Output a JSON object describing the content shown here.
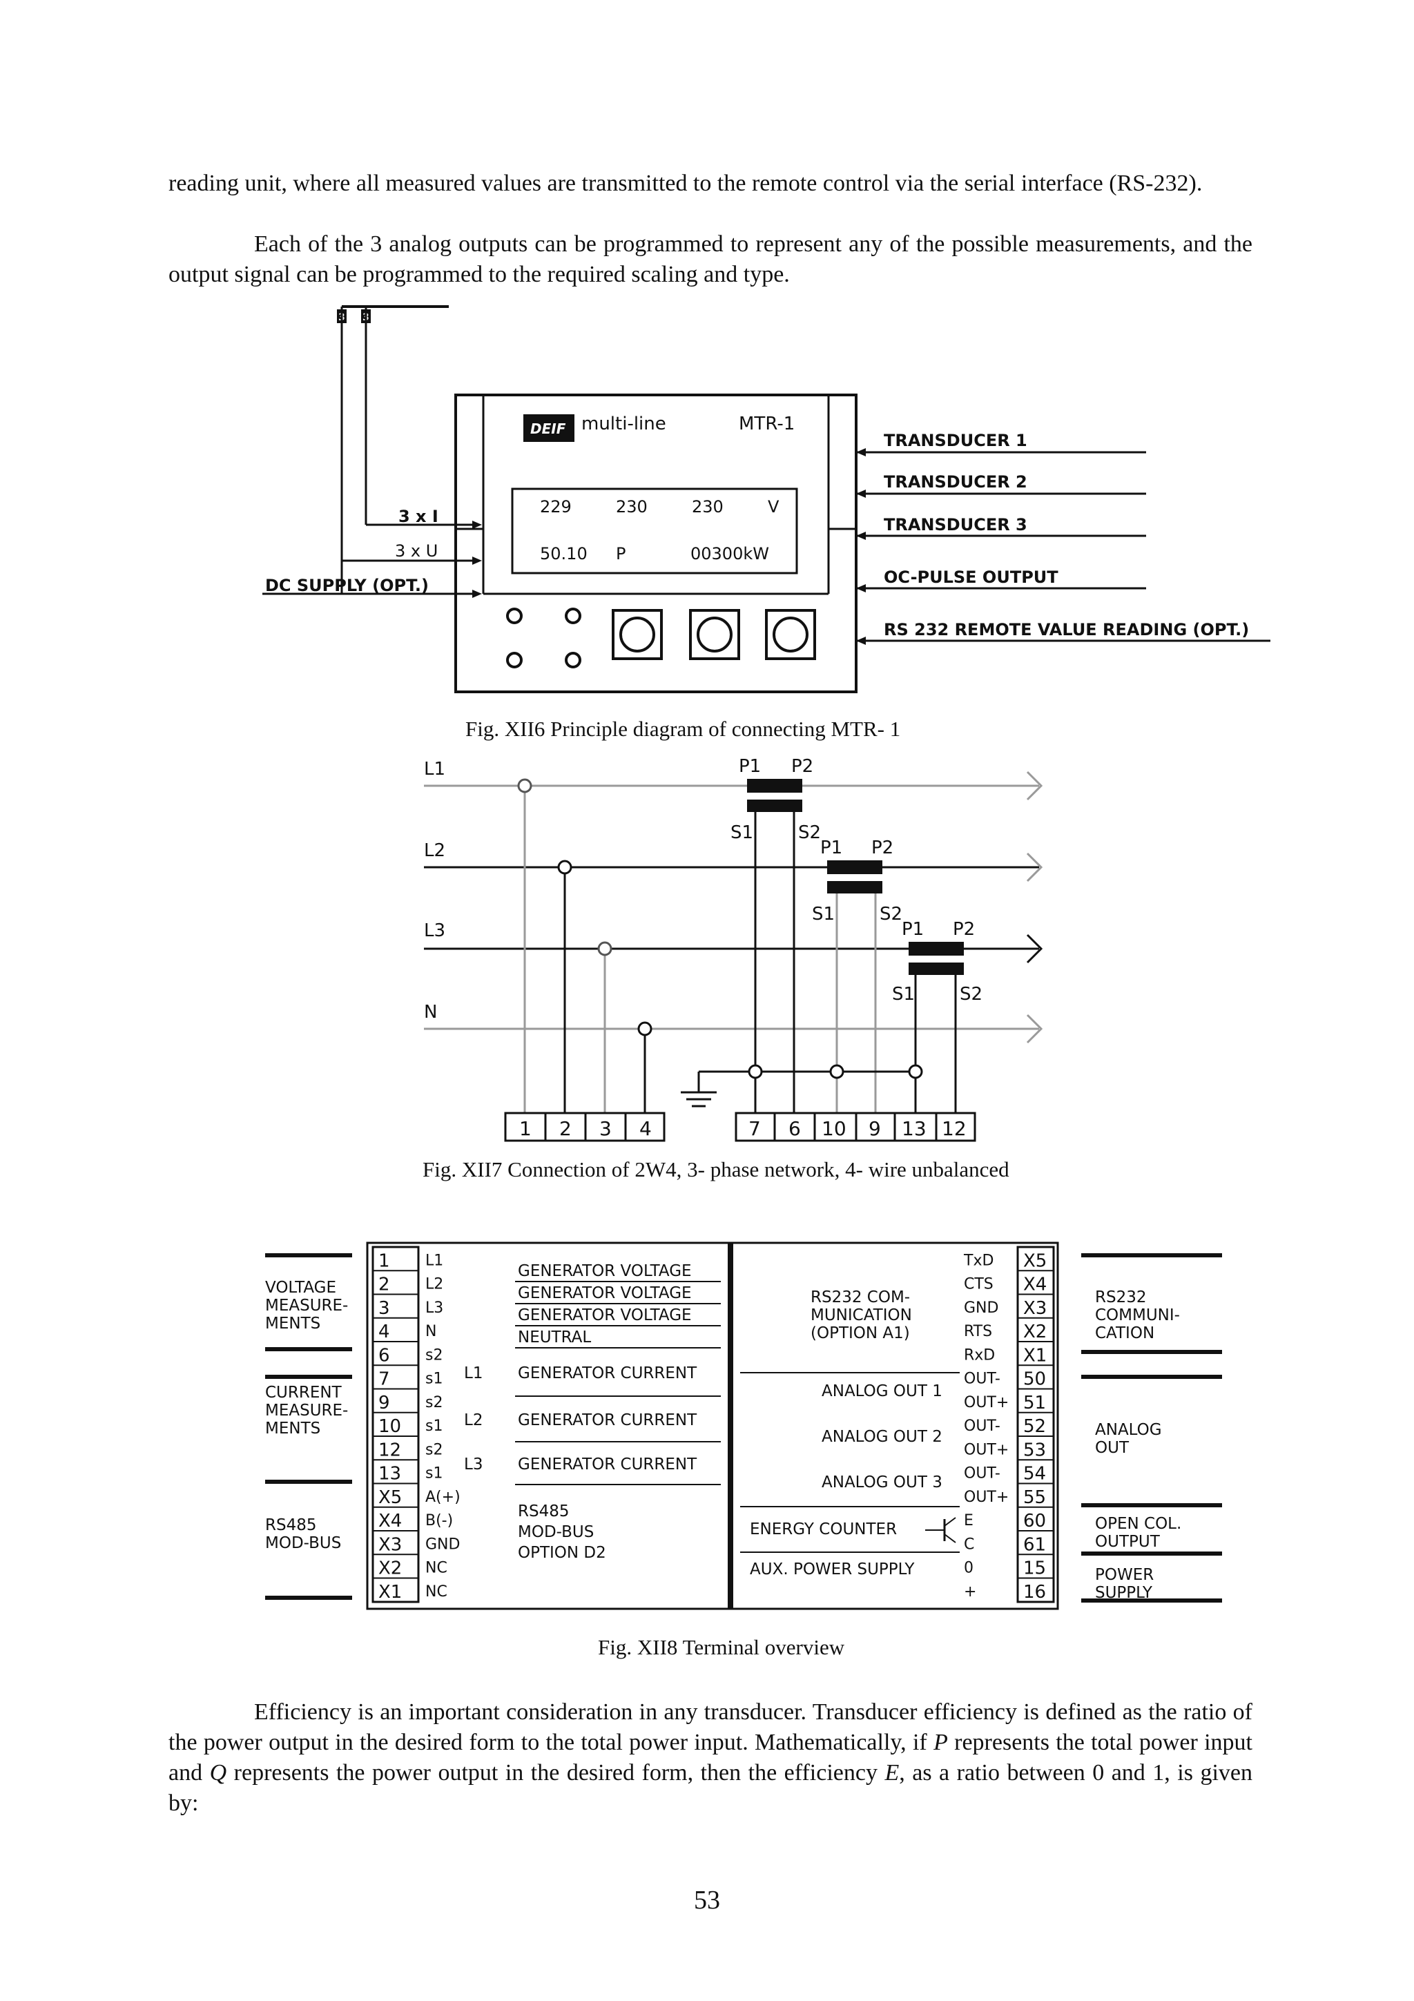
{
  "text": {
    "para1": "reading unit, where all measured values are transmitted to the remote control via the serial interface (RS-232).",
    "para2": "Each of the 3 analog outputs can be programmed to represent any of the possible measurements, and the output signal can be programmed to the required scaling and type.",
    "para3_parts": [
      "Efficiency is an important consideration in any transducer. Transducer efficiency is defined as the ratio of the power output in the desired form to the total power input. Mathematically, if ",
      "P",
      " represents the total power input and ",
      "Q",
      " represents the power output in the desired form, then the efficiency ",
      "E",
      ", as a ratio between 0 and 1, is given by:"
    ],
    "page_number": "53"
  },
  "fig6": {
    "caption": "Fig. XII6 Principle diagram of connecting MTR- 1",
    "wire_labels": [
      "3",
      "3"
    ],
    "input_labels": [
      "3 x I",
      "3 x U",
      "DC SUPPLY (OPT.)"
    ],
    "brand": "DEIF",
    "product_line": "multi-line",
    "model": "MTR-1",
    "display_row1": [
      "229",
      "230",
      "230",
      "V"
    ],
    "display_row2": [
      "50.10",
      "P",
      "00300kW"
    ],
    "outputs": [
      "TRANSDUCER 1",
      "TRANSDUCER 2",
      "TRANSDUCER 3",
      "OC-PULSE OUTPUT",
      "RS 232 REMOTE VALUE READING (OPT.)"
    ]
  },
  "fig7": {
    "caption": "Fig. XII7 Connection of 2W4, 3- phase network, 4- wire unbalanced",
    "lines": [
      "L1",
      "L2",
      "L3",
      "N"
    ],
    "ct_primary": [
      "P1",
      "P2"
    ],
    "ct_secondary": [
      "S1",
      "S2"
    ],
    "terminals": [
      "1",
      "2",
      "3",
      "4",
      "7",
      "6",
      "10",
      "9",
      "13",
      "12"
    ]
  },
  "fig8": {
    "caption": "Fig. XII8 Terminal overview",
    "left_groups": [
      [
        "VOLTAGE",
        "MEASURE-",
        "MENTS"
      ],
      [
        "CURRENT",
        "MEASURE-",
        "MENTS"
      ],
      [
        "RS485",
        "MOD-BUS"
      ]
    ],
    "left_terminals": [
      "1",
      "2",
      "3",
      "4",
      "6",
      "7",
      "9",
      "10",
      "12",
      "13",
      "X5",
      "X4",
      "X3",
      "X2",
      "X1"
    ],
    "left_signals": [
      "L1",
      "L2",
      "L3",
      "N",
      "s2",
      "s1",
      "s2",
      "s1",
      "s2",
      "s1",
      "A(+)",
      "B(-)",
      "GND",
      "NC",
      "NC"
    ],
    "phase_labels": [
      "L1",
      "L2",
      "L3"
    ],
    "voltage_desc": [
      "GENERATOR VOLTAGE",
      "GENERATOR VOLTAGE",
      "GENERATOR VOLTAGE",
      "NEUTRAL"
    ],
    "current_desc": [
      "GENERATOR CURRENT",
      "GENERATOR CURRENT",
      "GENERATOR CURRENT"
    ],
    "rs485_desc": [
      "RS485",
      "MOD-BUS",
      "OPTION D2"
    ],
    "rs232_desc": [
      "RS232 COM-",
      "MUNICATION",
      "(OPTION A1)"
    ],
    "analog_desc": [
      "ANALOG OUT 1",
      "ANALOG OUT 2",
      "ANALOG OUT 3"
    ],
    "energy_counter": "ENERGY COUNTER",
    "aux_supply": "AUX. POWER SUPPLY",
    "right_signals": [
      "TxD",
      "CTS",
      "GND",
      "RTS",
      "RxD",
      "OUT-",
      "OUT+",
      "OUT-",
      "OUT+",
      "OUT-",
      "OUT+",
      "E",
      "C",
      "0",
      "+"
    ],
    "right_terminals": [
      "X5",
      "X4",
      "X3",
      "X2",
      "X1",
      "50",
      "51",
      "52",
      "53",
      "54",
      "55",
      "60",
      "61",
      "15",
      "16"
    ],
    "right_groups": [
      [
        "RS232",
        "COMMUNI-",
        "CATION"
      ],
      [
        "ANALOG",
        "OUT"
      ],
      [
        "OPEN COL.",
        "OUTPUT"
      ],
      [
        "POWER",
        "SUPPLY"
      ]
    ]
  }
}
